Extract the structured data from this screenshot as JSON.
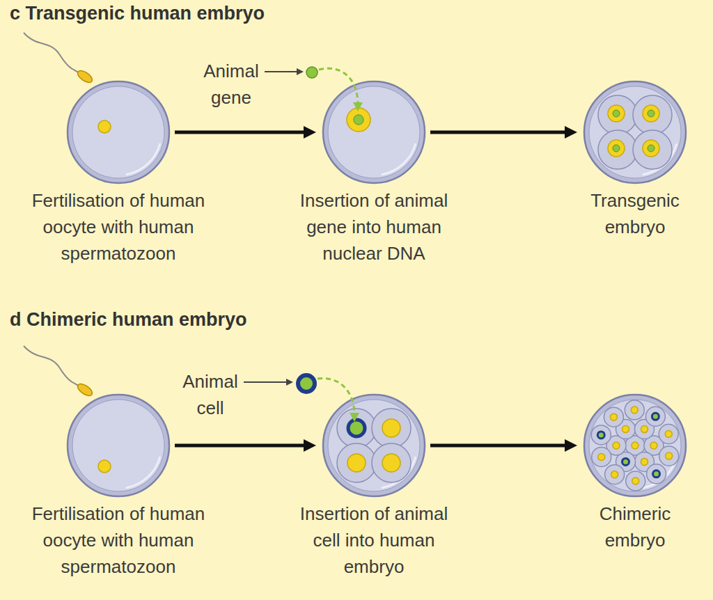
{
  "diagram": {
    "nodes": [
      {
        "text": [
          "Fertilisation of human oocyte with human spermatozoon"
        ]
      },
      {
        "text": [
          "Insertion of animal gene into human nuclear DNA"
        ]
      },
      {
        "text": [
          "Transgenic embryo"
        ]
      },
      {
        "text": [
          "Fertilisation of human oocyte with human spermatozoon"
        ]
      },
      {
        "text": [
          "Insertion of animal cell into human embryo"
        ]
      },
      {
        "text": [
          "Chimeric embryo"
        ]
      }
    ],
    "edges": [
      {
        "from": 0,
        "to": 1,
        "arrow": "to"
      },
      {
        "from": 1,
        "to": 2,
        "arrow": "to"
      },
      {
        "from": 3,
        "to": 4,
        "arrow": "to"
      },
      {
        "from": 4,
        "to": 5,
        "arrow": "to"
      }
    ],
    "labels": [
      "c Transgenic human embryo",
      "Animal gene",
      "d Chimeric human embryo",
      "Animal cell"
    ]
  }
}
